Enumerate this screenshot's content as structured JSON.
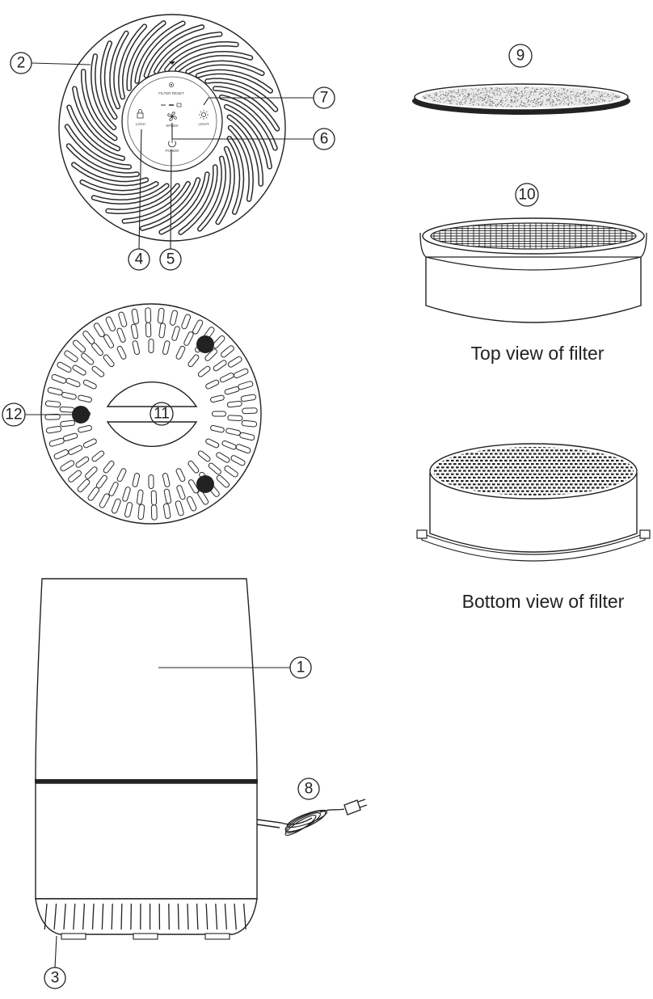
{
  "callouts": [
    "1",
    "2",
    "3",
    "4",
    "5",
    "6",
    "7",
    "8",
    "9",
    "10",
    "11",
    "12"
  ],
  "captions": {
    "top_filter": "Top view of filter",
    "bottom_filter": "Bottom view of filter"
  },
  "panel_labels": {
    "filter_reset": "FILTER RESET",
    "lock": "LOCK",
    "speed": "SPEED",
    "light": "LIGHT",
    "power": "POWER"
  },
  "icons": [
    "filter-icon",
    "lock-icon",
    "fan-icon",
    "light-icon",
    "power-icon",
    "power-plug-icon"
  ]
}
